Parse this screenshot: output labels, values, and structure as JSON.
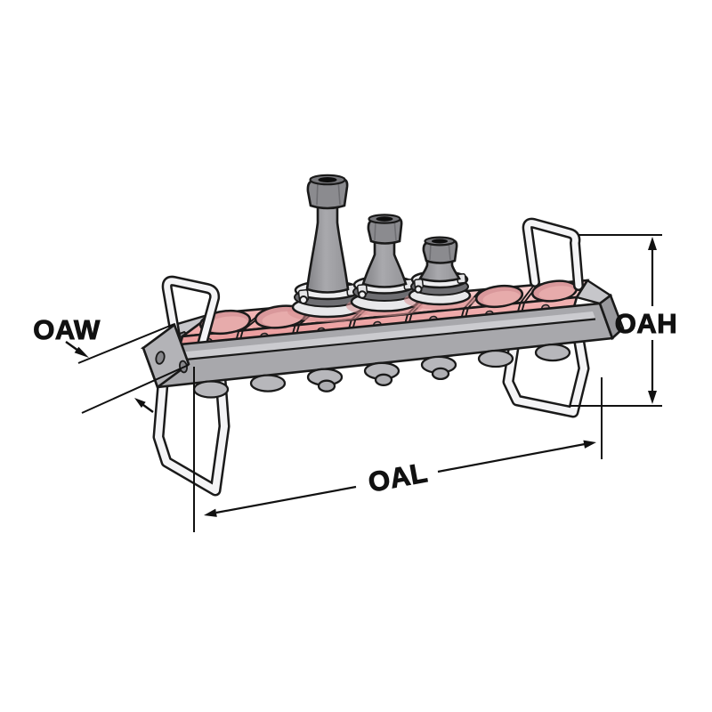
{
  "title": "Tool tray overall dimension diagram",
  "labels": {
    "width": "OAW",
    "height": "OAH",
    "length": "OAL"
  },
  "figure": {
    "type": "isometric-line-illustration",
    "subject": "CNC tool-holder tray with carry handles and wire legs",
    "pockets_total": 7,
    "tool_holders_mounted": 3,
    "empty_pockets": 4
  },
  "colors": {
    "pocket_pink": "#f4bfbf",
    "pocket_pink_dark": "#eb9c9e",
    "hole_pink": "#d9989b",
    "rail_gray": "#a8a8ac",
    "rail_gray_light": "#c9c9cd",
    "end_face_gray": "#b3b3b7",
    "tool_gray": "#9c9ca0",
    "collar_white": "#ededef",
    "wire_white": "#f4f4f6",
    "outline": "#1a1a1a",
    "background": "#ffffff"
  }
}
